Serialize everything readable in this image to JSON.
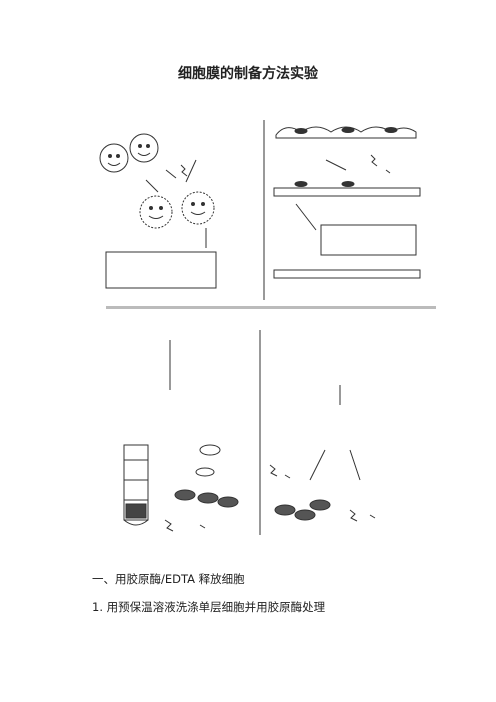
{
  "document": {
    "title": "细胞膜的制备方法实验",
    "section_heading": "一、用胶原酶/EDTA 释放细胞",
    "step_1": "1. 用预保温溶液洗涤单层细胞并用胶原酶处理"
  }
}
